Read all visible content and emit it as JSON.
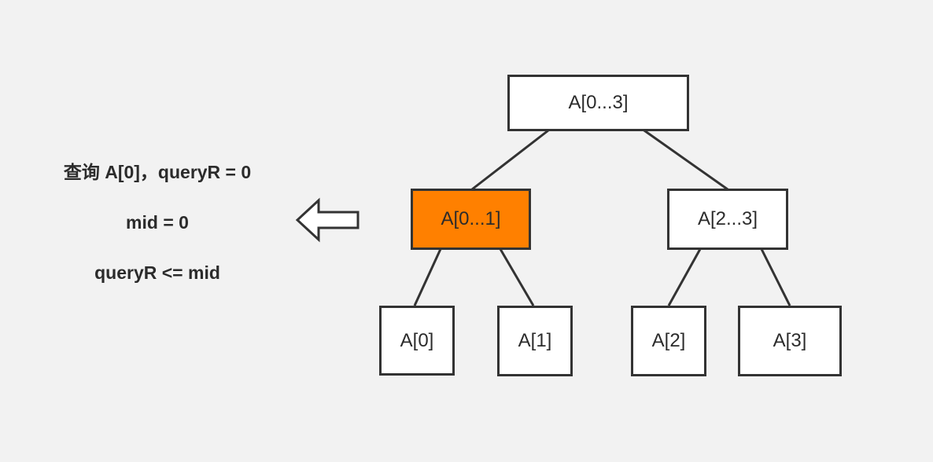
{
  "notes": {
    "line1": "查询 A[0]，queryR = 0",
    "line2": "mid = 0",
    "line3": "queryR <= mid"
  },
  "tree": {
    "root": "A[0...3]",
    "left": "A[0...1]",
    "right": "A[2...3]",
    "left_left": "A[0]",
    "left_right": "A[1]",
    "right_left": "A[2]",
    "right_right": "A[3]"
  },
  "colors": {
    "highlight": "#ff8000",
    "node_fill": "#ffffff",
    "border": "#333333",
    "background": "#f2f2f2"
  },
  "arrow": {
    "direction": "left",
    "icon": "left-arrow-icon"
  }
}
